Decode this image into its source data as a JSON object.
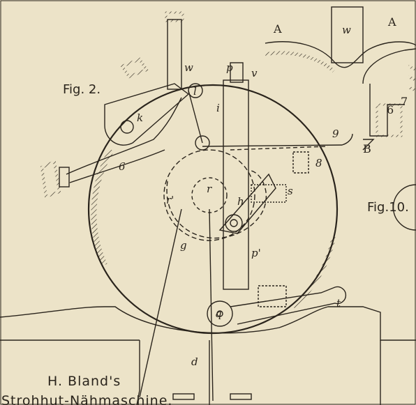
{
  "captions": {
    "fig2": "Fig. 2.",
    "fig10": "Fig.10.",
    "title_line1": "H. Bland's",
    "title_line2": "Strohhut-Nähmaschine."
  },
  "labels": {
    "w": "w",
    "w2": "w",
    "p": "p",
    "v": "v",
    "k": "k",
    "l": "l",
    "i": "i",
    "g9": "9",
    "g8": "8",
    "g6": "6",
    "s": "s",
    "r": "r",
    "r1": "r'",
    "h": "h",
    "g": "g",
    "p1": "p'",
    "q": "q",
    "t": "t",
    "d": "d",
    "A1": "A",
    "A2": "A",
    "B": "B",
    "g6b": "6",
    "g7": "7"
  },
  "colors": {
    "paper": "#ece3c8",
    "ink": "#2a241c"
  }
}
